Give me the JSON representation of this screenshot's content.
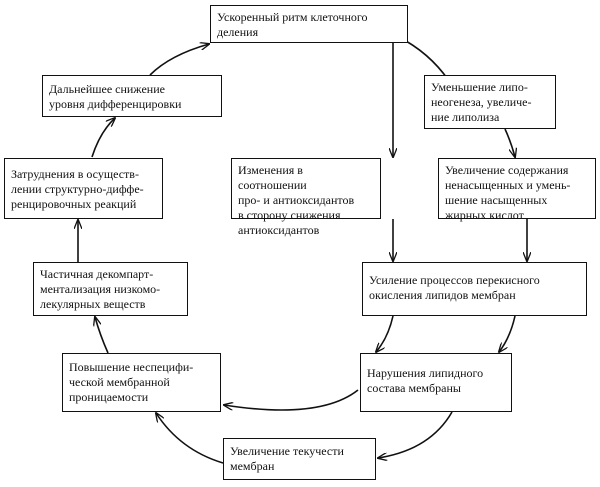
{
  "nodes": {
    "accelerated_division": "Ускоренный ритм клеточного\nделения",
    "further_decrease": "Дальнейшее снижение\nуровня дифференцировки",
    "lipogenesis_decrease": "Уменьшение липо-\nнеогенеза, увеличе-\nние липолиза",
    "difficulties": "Затруднения в осуществ-\nлении структурно-диффе-\nренцировочных реакций",
    "antioxidant_shift": "Изменения в соотношении\nпро- и антиоксидантов\nв сторону снижения\nантиоксидантов",
    "unsaturated_increase": "Увеличение содержания\nненасыщенных и умень-\nшение насыщенных\nжирных кислот",
    "partial_decompartment": "Частичная декомпарт-\nментализация низкомо-\nлекулярных веществ",
    "peroxidation": "Усиление процессов перекисного\nокисления липидов мембран",
    "permeability": "Повышение неспецифи-\nческой мембранной\nпроницаемости",
    "lipid_disorder": "Нарушения липидного\nсостава мембраны",
    "fluidity": "Увеличение текучести\nмембран"
  }
}
